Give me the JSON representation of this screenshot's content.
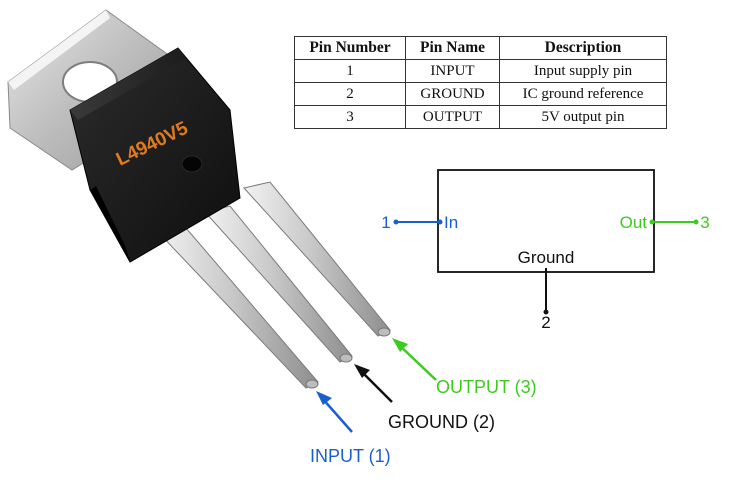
{
  "chip": {
    "marking": "L4940V5"
  },
  "table": {
    "headers": [
      "Pin Number",
      "Pin Name",
      "Description"
    ],
    "rows": [
      [
        "1",
        "INPUT",
        "Input supply pin"
      ],
      [
        "2",
        "GROUND",
        "IC ground reference"
      ],
      [
        "3",
        "OUTPUT",
        "5V output pin"
      ]
    ]
  },
  "schematic": {
    "in_label": "In",
    "out_label": "Out",
    "ground_label": "Ground",
    "pin1": "1",
    "pin2": "2",
    "pin3": "3"
  },
  "callouts": {
    "input": "INPUT (1)",
    "ground": "GROUND (2)",
    "output": "OUTPUT (3)"
  },
  "colors": {
    "input": "#1a5fd0",
    "ground": "#111111",
    "output": "#3ccc1f",
    "chip_marking": "#e07a1f"
  }
}
